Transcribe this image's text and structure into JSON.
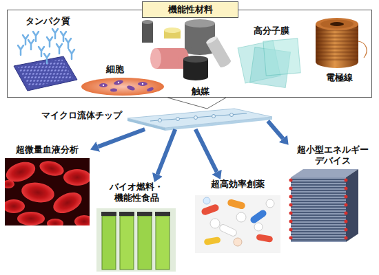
{
  "diagram": {
    "nodes": [
      {
        "text": [
          "機能性材料"
        ]
      },
      {
        "text": [
          "タンパク質"
        ],
        "in": 0
      },
      {
        "text": [
          "細胞"
        ],
        "in": 0
      },
      {
        "text": [
          "触媒"
        ],
        "in": 0
      },
      {
        "text": [
          "高分子膜"
        ],
        "in": 0
      },
      {
        "text": [
          "電極線"
        ],
        "in": 0
      },
      {
        "text": [
          "マイクロ流体チップ"
        ]
      },
      {
        "text": [
          "超微量血液分析"
        ]
      },
      {
        "text": [
          "バイオ燃料・ 機能性食品"
        ]
      },
      {
        "text": [
          "超高効率創薬"
        ]
      },
      {
        "text": [
          "超小型エネルギー デバイス"
        ]
      }
    ],
    "edges": [
      {
        "from": 0,
        "to": 6,
        "arrow": "none"
      },
      {
        "from": 6,
        "to": 7,
        "arrow": "to"
      },
      {
        "from": 6,
        "to": 8,
        "arrow": "to"
      },
      {
        "from": 6,
        "to": 9,
        "arrow": "to"
      },
      {
        "from": 6,
        "to": 10,
        "arrow": "to"
      }
    ]
  }
}
